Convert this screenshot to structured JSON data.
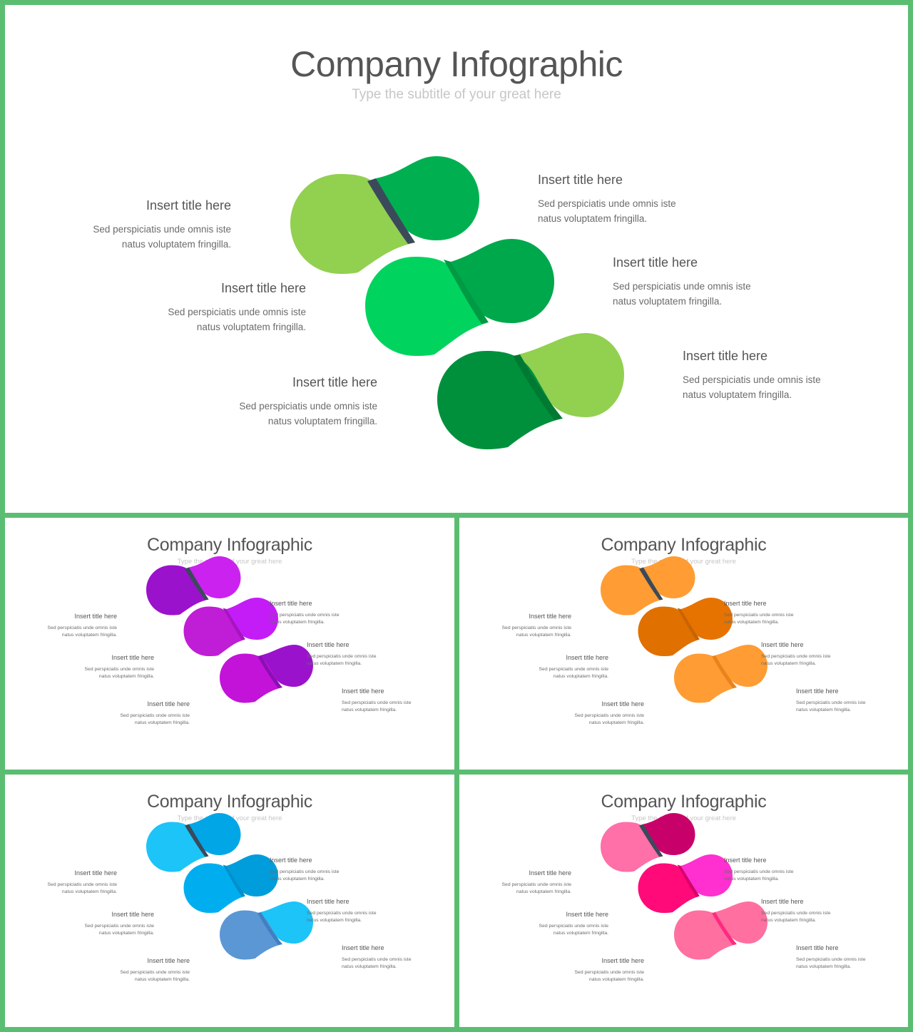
{
  "slides": [
    {
      "id": "green",
      "title": "Company Infographic",
      "subtitle": "Type the subtitle of your great here",
      "colors": {
        "pill1_left": "#92d050",
        "pill1_right": "#00b050",
        "pill1_fold": "#3b4a5a",
        "pill2_left": "#00d45f",
        "pill2_right": "#00a84c",
        "pill2_fold": "#009a44",
        "pill3_left": "#00903c",
        "pill3_right": "#92d050",
        "pill3_fold": "#007a33"
      },
      "callouts": [
        {
          "title": "Insert title here",
          "body": "Sed perspiciatis unde omnis iste\nnatus voluptatem fringilla."
        },
        {
          "title": "Insert title here",
          "body": "Sed perspiciatis unde omnis iste\nnatus voluptatem fringilla."
        },
        {
          "title": "Insert title here",
          "body": "Sed perspiciatis unde omnis iste\nnatus voluptatem fringilla."
        },
        {
          "title": "Insert title here",
          "body": "Sed perspiciatis unde omnis iste\nnatus voluptatem fringilla."
        },
        {
          "title": "Insert title here",
          "body": "Sed perspiciatis unde omnis iste\nnatus voluptatem fringilla."
        },
        {
          "title": "Insert title here",
          "body": "Sed perspiciatis unde omnis iste\nnatus voluptatem fringilla."
        }
      ]
    },
    {
      "id": "purple",
      "title": "Company Infographic",
      "subtitle": "Type the subtitle of your great here",
      "colors": {
        "pill1_left": "#9b12cc",
        "pill1_right": "#cc22f0",
        "pill1_fold": "#3b4a5a",
        "pill2_left": "#c01dd6",
        "pill2_right": "#c31cf6",
        "pill2_fold": "#a514c0",
        "pill3_left": "#c313d8",
        "pill3_right": "#9b12cc",
        "pill3_fold": "#8a0fb5"
      },
      "callouts": [
        {
          "title": "Insert title here",
          "body": "Sed perspiciatis unde omnis iste\nnatus voluptatem fringilla."
        },
        {
          "title": "Insert title here",
          "body": "Sed perspiciatis unde omnis iste\nnatus voluptatem fringilla."
        },
        {
          "title": "Insert title here",
          "body": "Sed perspiciatis unde omnis iste\nnatus voluptatem fringilla."
        },
        {
          "title": "Insert title here",
          "body": "Sed perspiciatis unde omnis iste\nnatus voluptatem fringilla."
        },
        {
          "title": "Insert title here",
          "body": "Sed perspiciatis unde omnis iste\nnatus voluptatem fringilla."
        },
        {
          "title": "Insert title here",
          "body": "Sed perspiciatis unde omnis iste\nnatus voluptatem fringilla."
        }
      ]
    },
    {
      "id": "orange",
      "title": "Company Infographic",
      "subtitle": "Type the subtitle of your great here",
      "colors": {
        "pill1_left": "#ff9c33",
        "pill1_right": "#ff9c33",
        "pill1_fold": "#3b4a5a",
        "pill2_left": "#e07000",
        "pill2_right": "#e67300",
        "pill2_fold": "#c96300",
        "pill3_left": "#ff9c33",
        "pill3_right": "#ff9c33",
        "pill3_fold": "#e9821c"
      },
      "callouts": [
        {
          "title": "Insert title here",
          "body": "Sed perspiciatis unde omnis iste\nnatus voluptatem fringilla."
        },
        {
          "title": "Insert title here",
          "body": "Sed perspiciatis unde omnis iste\nnatus voluptatem fringilla."
        },
        {
          "title": "Insert title here",
          "body": "Sed perspiciatis unde omnis iste\nnatus voluptatem fringilla."
        },
        {
          "title": "Insert title here",
          "body": "Sed perspiciatis unde omnis iste\nnatus voluptatem fringilla."
        },
        {
          "title": "Insert title here",
          "body": "Sed perspiciatis unde omnis iste\nnatus voluptatem fringilla."
        },
        {
          "title": "Insert title here",
          "body": "Sed perspiciatis unde omnis iste\nnatus voluptatem fringilla."
        }
      ]
    },
    {
      "id": "blue",
      "title": "Company Infographic",
      "subtitle": "Type the subtitle of your great here",
      "colors": {
        "pill1_left": "#1cc4f8",
        "pill1_right": "#00a6e6",
        "pill1_fold": "#3b4a5a",
        "pill2_left": "#00aeef",
        "pill2_right": "#009ddc",
        "pill2_fold": "#0090cc",
        "pill3_left": "#5b97d4",
        "pill3_right": "#1cc4f8",
        "pill3_fold": "#3f7fc2"
      },
      "callouts": [
        {
          "title": "Insert title here",
          "body": "Sed perspiciatis unde omnis iste\nnatus voluptatem fringilla."
        },
        {
          "title": "Insert title here",
          "body": "Sed perspiciatis unde omnis iste\nnatus voluptatem fringilla."
        },
        {
          "title": "Insert title here",
          "body": "Sed perspiciatis unde omnis iste\nnatus voluptatem fringilla."
        },
        {
          "title": "Insert title here",
          "body": "Sed perspiciatis unde omnis iste\nnatus voluptatem fringilla."
        },
        {
          "title": "Insert title here",
          "body": "Sed perspiciatis unde omnis iste\nnatus voluptatem fringilla."
        },
        {
          "title": "Insert title here",
          "body": "Sed perspiciatis unde omnis iste\nnatus voluptatem fringilla."
        }
      ]
    },
    {
      "id": "pink",
      "title": "Company Infographic",
      "subtitle": "Type the subtitle of your great here",
      "colors": {
        "pill1_left": "#ff6fa8",
        "pill1_right": "#c8006a",
        "pill1_fold": "#3b4a5a",
        "pill2_left": "#ff0a78",
        "pill2_right": "#ff2fd0",
        "pill2_fold": "#d9006b",
        "pill3_left": "#ff6fa0",
        "pill3_right": "#ff6fa0",
        "pill3_fold": "#ff2a80"
      },
      "callouts": [
        {
          "title": "Insert title here",
          "body": "Sed perspiciatis unde omnis iste\nnatus voluptatem fringilla."
        },
        {
          "title": "Insert title here",
          "body": "Sed perspiciatis unde omnis iste\nnatus voluptatem fringilla."
        },
        {
          "title": "Insert title here",
          "body": "Sed perspiciatis unde omnis iste\nnatus voluptatem fringilla."
        },
        {
          "title": "Insert title here",
          "body": "Sed perspiciatis unde omnis iste\nnatus voluptatem fringilla."
        },
        {
          "title": "Insert title here",
          "body": "Sed perspiciatis unde omnis iste\nnatus voluptatem fringilla."
        },
        {
          "title": "Insert title here",
          "body": "Sed perspiciatis unde omnis iste\nnatus voluptatem fringilla."
        }
      ]
    }
  ]
}
